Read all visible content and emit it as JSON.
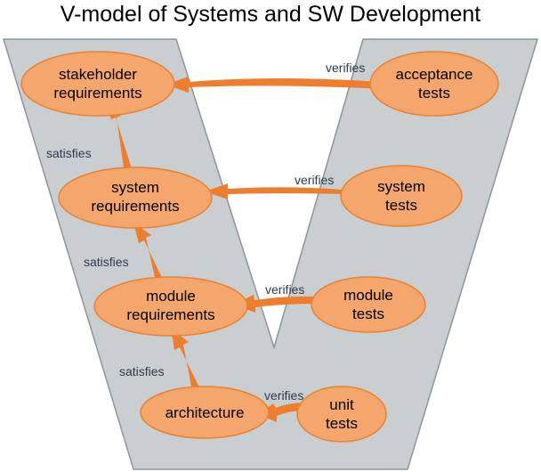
{
  "title": "V-model of Systems and SW Development",
  "colors": {
    "v_fill": "#c9ced1",
    "v_stroke": "#8e9599",
    "node_fill": "#f4a66c",
    "node_stroke": "#e8822f",
    "arrow": "#ef7d2e"
  },
  "nodes": {
    "stakeholder_requirements": {
      "line1": "stakeholder",
      "line2": "requirements"
    },
    "system_requirements": {
      "line1": "system",
      "line2": "requirements"
    },
    "module_requirements": {
      "line1": "module",
      "line2": "requirements"
    },
    "architecture": {
      "line1": "architecture"
    },
    "acceptance_tests": {
      "line1": "acceptance",
      "line2": "tests"
    },
    "system_tests": {
      "line1": "system",
      "line2": "tests"
    },
    "module_tests": {
      "line1": "module",
      "line2": "tests"
    },
    "unit_tests": {
      "line1": "unit",
      "line2": "tests"
    }
  },
  "edges": {
    "satisfies_1": "satisfies",
    "satisfies_2": "satisfies",
    "satisfies_3": "satisfies",
    "verifies_1": "verifies",
    "verifies_2": "verifies",
    "verifies_3": "verifies",
    "verifies_4": "verifies"
  }
}
